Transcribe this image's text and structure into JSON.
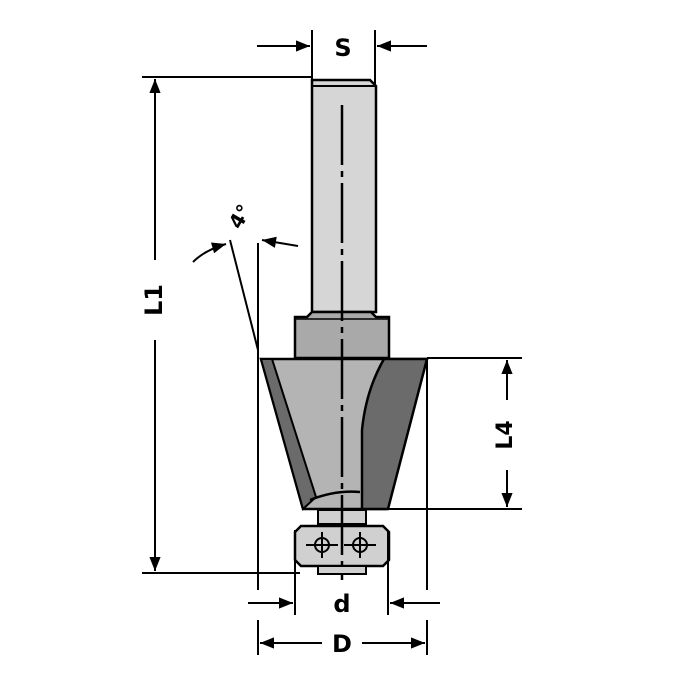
{
  "diagram": {
    "type": "router-bit-technical-drawing",
    "dimensions": {
      "shank": "S",
      "overall_length": "L1",
      "cutting_length": "L4",
      "bearing_diameter": "d",
      "cutting_diameter": "D",
      "bevel_angle": "4°"
    },
    "colors": {
      "background": "#ffffff",
      "line": "#000000",
      "shank_fill": "#d6d6d6",
      "collar_fill": "#a9a9a9",
      "body_fill": "#b4b4b4",
      "blade_fill": "#6b6b6b",
      "bearing_fill": "#d0d0d0"
    }
  }
}
